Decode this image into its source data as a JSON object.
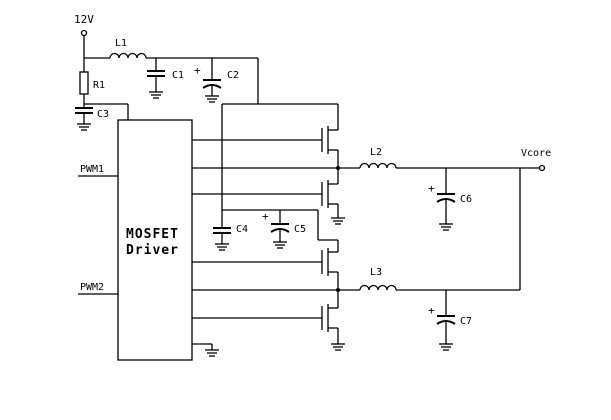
{
  "diagram": {
    "supply": "12V",
    "output": "Vcore",
    "driver": {
      "line1": "MOSFET",
      "line2": "Driver"
    },
    "inputs": {
      "pwm1": "PWM1",
      "pwm2": "PWM2"
    },
    "components": {
      "L1": "L1",
      "L2": "L2",
      "L3": "L3",
      "R1": "R1",
      "C1": "C1",
      "C2": "C2",
      "C3": "C3",
      "C4": "C4",
      "C5": "C5",
      "C6": "C6",
      "C7": "C7"
    },
    "plus": "+"
  }
}
